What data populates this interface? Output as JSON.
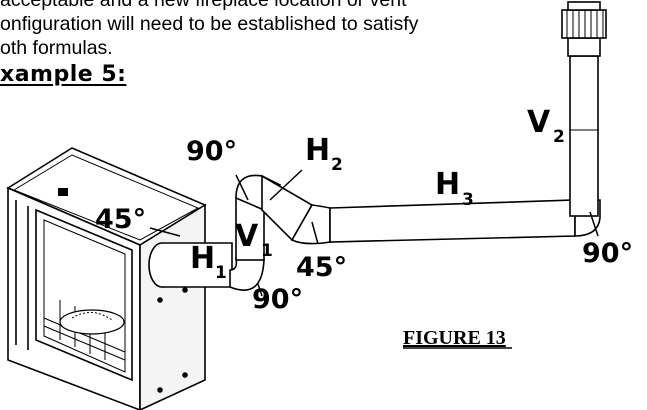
{
  "text": {
    "line1": "acceptable and a new fireplace location or vent",
    "line2": "onfiguration will need to be established to satisfy",
    "line3": "oth formulas."
  },
  "example_heading": "xample 5:",
  "labels": {
    "deg90_top": "90°",
    "deg45_left": "45°",
    "deg45_mid": "45°",
    "deg90_bottom": "90°",
    "deg90_right": "90°",
    "h1": "H",
    "h1_sub": "1",
    "v1": "V",
    "v1_sub": "1",
    "h2": "H",
    "h2_sub": "2",
    "h3": "H",
    "h3_sub": "3",
    "v2": "V",
    "v2_sub": "2"
  },
  "figure_caption": "FIGURE 13"
}
